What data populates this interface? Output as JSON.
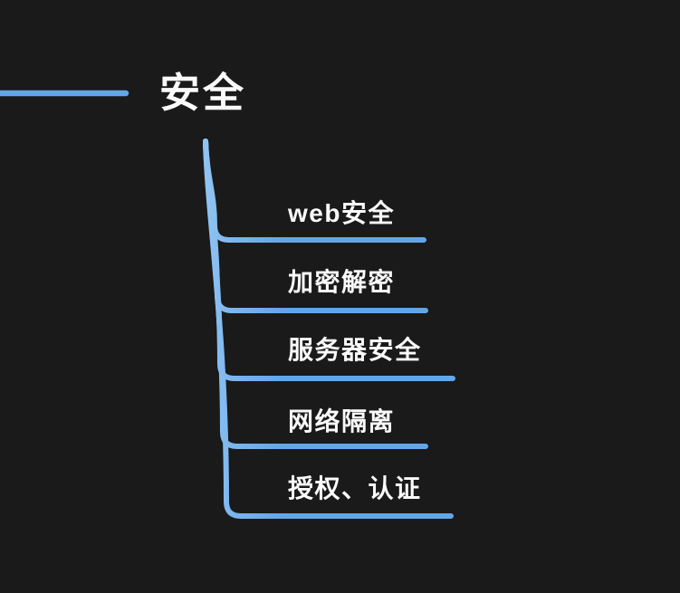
{
  "colors": {
    "bg": "#1a1a1a",
    "text": "#fafafa",
    "branch": "#63a6e7",
    "branch_light": "#8fc3f2"
  },
  "mindmap": {
    "root": {
      "label": "安全"
    },
    "children": [
      {
        "label": "web安全"
      },
      {
        "label": "加密解密"
      },
      {
        "label": "服务器安全"
      },
      {
        "label": "网络隔离"
      },
      {
        "label": "授权、认证"
      }
    ]
  }
}
